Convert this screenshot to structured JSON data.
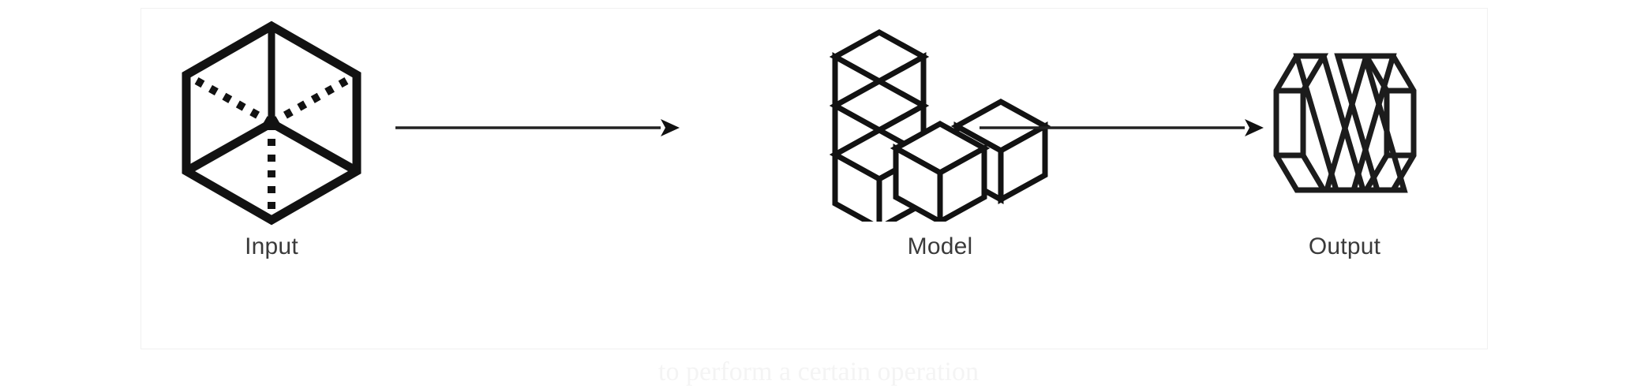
{
  "diagram": {
    "type": "pipeline",
    "title": "",
    "stages": [
      {
        "id": "input",
        "label": "Input",
        "icon": "hexagon-cube-outline-icon"
      },
      {
        "id": "model",
        "label": "Model",
        "icon": "stacked-isometric-cubes-icon"
      },
      {
        "id": "output",
        "label": "Output",
        "icon": "interlocking-woven-bars-icon"
      }
    ],
    "connectors": [
      {
        "id": "arrow-input-model",
        "icon": "right-arrow-icon",
        "from": "input",
        "to": "model"
      },
      {
        "id": "arrow-model-output",
        "icon": "right-arrow-icon",
        "from": "model",
        "to": "output"
      }
    ],
    "colors": {
      "background": "#ffffff",
      "stroke": "#1a1a1a",
      "label_text": "#3a3a3a",
      "card_border": "#f1f1f1",
      "arrow": "#222222",
      "faint_caption": "#f4f4f4"
    }
  },
  "caption": {
    "partial_text": "to perform a certain operation"
  }
}
